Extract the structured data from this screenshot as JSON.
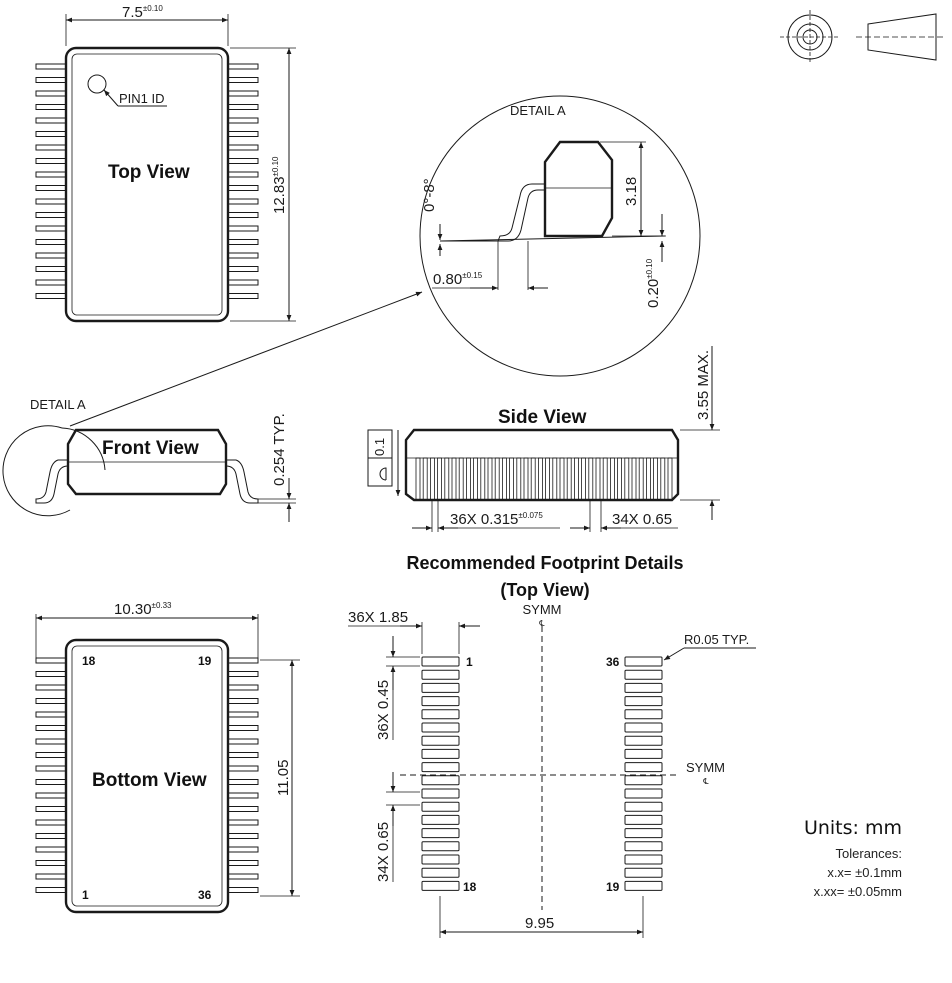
{
  "top_view": {
    "title": "Top View",
    "width_dim": "7.5",
    "width_tol": "±0.10",
    "length_dim": "12.83",
    "length_tol": "±0.10",
    "pin1_label": "PIN1 ID"
  },
  "detail_a": {
    "title": "DETAIL A",
    "angle": "0°-8°",
    "height_dim": "3.18",
    "foot_dim": "0.80",
    "foot_tol": "±0.15",
    "standoff_dim": "0.20",
    "standoff_tol": "±0.10"
  },
  "front_view": {
    "title": "Front View",
    "detail_label": "DETAIL A",
    "lead_thickness": "0.254 TYP."
  },
  "side_view": {
    "title": "Side View",
    "coplanarity": "0.1",
    "max_height": "3.55 MAX.",
    "lead_width": "36X 0.315",
    "lead_width_tol": "±0.075",
    "pitch": "34X 0.65"
  },
  "bottom_view": {
    "title": "Bottom View",
    "width_dim": "10.30",
    "width_tol": "±0.33",
    "pitch_span": "11.05",
    "pin_18": "18",
    "pin_19": "19",
    "pin_1": "1",
    "pin_36": "36"
  },
  "footprint": {
    "title_line1": "Recommended Footprint Details",
    "title_line2": "(Top View)",
    "pad_length": "36X 1.85",
    "pad_width": "36X 0.45",
    "pad_pitch": "34X 0.65",
    "row_spacing": "9.95",
    "corner_radius": "R0.05 TYP.",
    "symm_top": "SYMM",
    "symm_right": "SYMM",
    "centerline_mark": "℄",
    "pin_1": "1",
    "pin_18": "18",
    "pin_19": "19",
    "pin_36": "36"
  },
  "units": {
    "label": "Units: mm",
    "tolerances_title": "Tolerances:",
    "tol_1": "x.x= ±0.1mm",
    "tol_2": "x.xx= ±0.05mm"
  }
}
